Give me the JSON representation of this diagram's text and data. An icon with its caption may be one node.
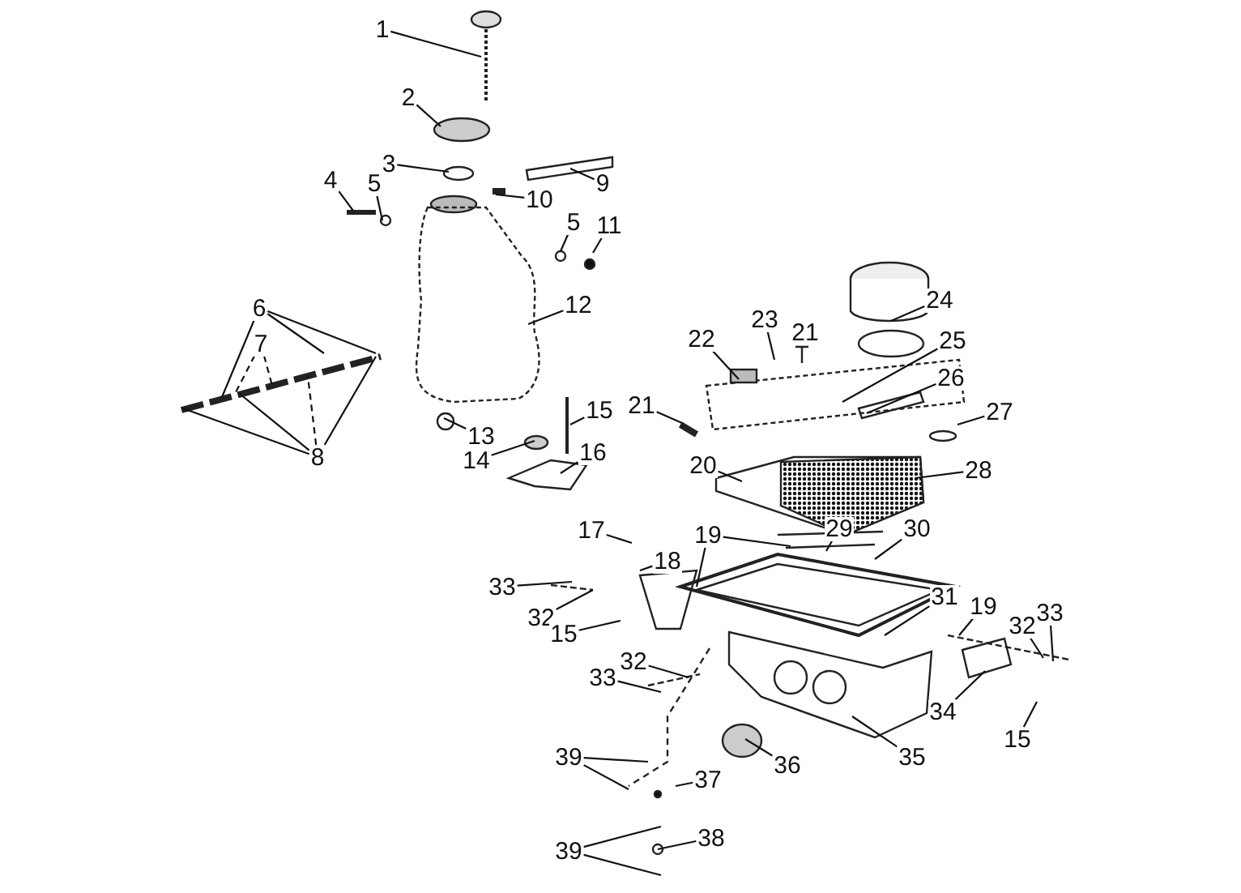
{
  "diagram": {
    "nodes": [
      {
        "text": [
          "1"
        ]
      },
      {
        "text": [
          "2"
        ]
      },
      {
        "text": [
          "3"
        ]
      },
      {
        "text": [
          "4"
        ]
      },
      {
        "text": [
          "5"
        ]
      },
      {
        "text": [
          "10"
        ]
      },
      {
        "text": [
          "9"
        ]
      },
      {
        "text": [
          "5"
        ]
      },
      {
        "text": [
          "11"
        ]
      },
      {
        "text": [
          "12"
        ]
      },
      {
        "text": [
          "6"
        ]
      },
      {
        "text": [
          "7"
        ]
      },
      {
        "text": [
          "8"
        ]
      },
      {
        "text": [
          "13"
        ]
      },
      {
        "text": [
          "14"
        ]
      },
      {
        "text": [
          "15"
        ]
      },
      {
        "text": [
          "16"
        ]
      },
      {
        "text": [
          "22"
        ]
      },
      {
        "text": [
          "23"
        ]
      },
      {
        "text": [
          "24"
        ]
      },
      {
        "text": [
          "25"
        ]
      },
      {
        "text": [
          "26"
        ]
      },
      {
        "text": [
          "21"
        ]
      },
      {
        "text": [
          "27"
        ]
      },
      {
        "text": [
          "20"
        ]
      },
      {
        "text": [
          "28"
        ]
      },
      {
        "text": [
          "17"
        ]
      },
      {
        "text": [
          "19"
        ]
      },
      {
        "text": [
          "29"
        ]
      },
      {
        "text": [
          "30"
        ]
      },
      {
        "text": [
          "18"
        ]
      },
      {
        "text": [
          "33"
        ]
      },
      {
        "text": [
          "32"
        ]
      },
      {
        "text": [
          "15"
        ]
      },
      {
        "text": [
          "31"
        ]
      },
      {
        "text": [
          "19"
        ]
      },
      {
        "text": [
          "32"
        ]
      },
      {
        "text": [
          "33"
        ]
      },
      {
        "text": [
          "34"
        ]
      },
      {
        "text": [
          "15"
        ]
      },
      {
        "text": [
          "32"
        ]
      },
      {
        "text": [
          "33"
        ]
      },
      {
        "text": [
          "35"
        ]
      },
      {
        "text": [
          "36"
        ]
      },
      {
        "text": [
          "39"
        ]
      },
      {
        "text": [
          "37"
        ]
      },
      {
        "text": [
          "38"
        ]
      },
      {
        "text": [
          "39"
        ]
      },
      {
        "text": [
          "21"
        ]
      }
    ],
    "edges": [
      {
        "from": 0,
        "to": null,
        "arrow": "none"
      },
      {
        "from": 1,
        "to": null,
        "arrow": "none"
      },
      {
        "from": 2,
        "to": null,
        "arrow": "none"
      },
      {
        "from": 3,
        "to": null,
        "arrow": "none"
      },
      {
        "from": 4,
        "to": null,
        "arrow": "none"
      },
      {
        "from": 5,
        "to": null,
        "arrow": "none"
      },
      {
        "from": 6,
        "to": null,
        "arrow": "none"
      },
      {
        "from": 7,
        "to": null,
        "arrow": "none"
      },
      {
        "from": 8,
        "to": null,
        "arrow": "none"
      },
      {
        "from": 9,
        "to": null,
        "arrow": "none"
      },
      {
        "from": 10,
        "to": null,
        "arrow": "none"
      },
      {
        "from": 10,
        "to": null,
        "arrow": "none"
      },
      {
        "from": 10,
        "to": null,
        "arrow": "none"
      },
      {
        "from": 11,
        "to": null,
        "arrow": "none",
        "style": "dashed"
      },
      {
        "from": 11,
        "to": null,
        "arrow": "none",
        "style": "dashed"
      },
      {
        "from": 12,
        "to": null,
        "arrow": "none"
      },
      {
        "from": 12,
        "to": null,
        "arrow": "none"
      },
      {
        "from": 12,
        "to": null,
        "arrow": "none",
        "style": "dashed"
      },
      {
        "from": 12,
        "to": null,
        "arrow": "none"
      },
      {
        "from": 13,
        "to": null,
        "arrow": "none"
      },
      {
        "from": 14,
        "to": null,
        "arrow": "none"
      },
      {
        "from": 15,
        "to": null,
        "arrow": "none"
      },
      {
        "from": 16,
        "to": null,
        "arrow": "none"
      },
      {
        "from": 17,
        "to": null,
        "arrow": "none"
      },
      {
        "from": 18,
        "to": null,
        "arrow": "none"
      },
      {
        "from": 19,
        "to": null,
        "arrow": "none"
      },
      {
        "from": 20,
        "to": null,
        "arrow": "none"
      },
      {
        "from": 21,
        "to": null,
        "arrow": "none"
      },
      {
        "from": 22,
        "to": null,
        "arrow": "none"
      },
      {
        "from": 23,
        "to": null,
        "arrow": "none"
      },
      {
        "from": 24,
        "to": null,
        "arrow": "none"
      },
      {
        "from": 25,
        "to": null,
        "arrow": "none"
      },
      {
        "from": 26,
        "to": null,
        "arrow": "none"
      },
      {
        "from": 27,
        "to": null,
        "arrow": "none"
      },
      {
        "from": 27,
        "to": null,
        "arrow": "none"
      },
      {
        "from": 28,
        "to": null,
        "arrow": "none"
      },
      {
        "from": 29,
        "to": null,
        "arrow": "none"
      },
      {
        "from": 30,
        "to": null,
        "arrow": "none"
      },
      {
        "from": 31,
        "to": null,
        "arrow": "none"
      },
      {
        "from": 32,
        "to": null,
        "arrow": "none"
      },
      {
        "from": 33,
        "to": null,
        "arrow": "none"
      },
      {
        "from": 34,
        "to": null,
        "arrow": "none"
      },
      {
        "from": 35,
        "to": null,
        "arrow": "none"
      },
      {
        "from": 36,
        "to": null,
        "arrow": "none"
      },
      {
        "from": 37,
        "to": null,
        "arrow": "none"
      },
      {
        "from": 38,
        "to": null,
        "arrow": "none"
      },
      {
        "from": 39,
        "to": null,
        "arrow": "none"
      },
      {
        "from": 40,
        "to": null,
        "arrow": "none"
      },
      {
        "from": 41,
        "to": null,
        "arrow": "none"
      },
      {
        "from": 42,
        "to": null,
        "arrow": "none"
      },
      {
        "from": 43,
        "to": null,
        "arrow": "none"
      },
      {
        "from": 44,
        "to": null,
        "arrow": "none"
      },
      {
        "from": 44,
        "to": null,
        "arrow": "none"
      },
      {
        "from": 45,
        "to": null,
        "arrow": "none"
      },
      {
        "from": 46,
        "to": null,
        "arrow": "none"
      },
      {
        "from": 47,
        "to": null,
        "arrow": "none"
      },
      {
        "from": 47,
        "to": null,
        "arrow": "none"
      }
    ],
    "labels": []
  }
}
